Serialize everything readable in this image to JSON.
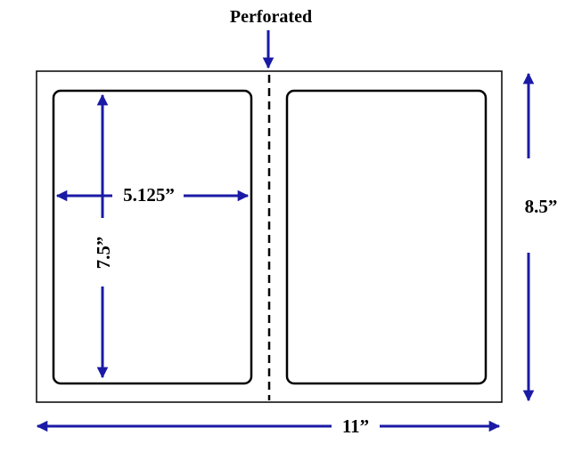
{
  "labels": {
    "perforated": "Perforated",
    "label_width": "5.125”",
    "label_height": "7.5”",
    "sheet_height": "8.5”",
    "sheet_width": "11”"
  },
  "colors": {
    "arrow": "#1a1aa6",
    "outline": "#000000",
    "background": "#ffffff"
  }
}
